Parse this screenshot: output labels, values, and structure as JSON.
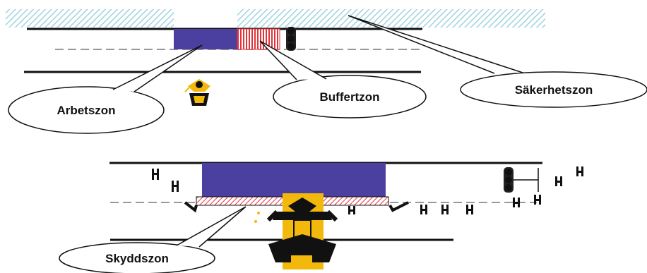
{
  "labels": {
    "arbetszon": "Arbetszon",
    "buffertzon": "Buffertzon",
    "sakerhetszon": "Säkerhetszon",
    "skyddszon": "Skyddszon"
  },
  "colors": {
    "work_zone": "#4b3fa0",
    "buffer_stripe": "#e3343c",
    "safety_hatch": "#9fd3e0",
    "worker_yellow": "#f2b90c",
    "road_line": "#111111",
    "center_dash": "#999999"
  },
  "icons": [
    "traffic-light-icon",
    "worker-icon",
    "road-marker-icon"
  ]
}
